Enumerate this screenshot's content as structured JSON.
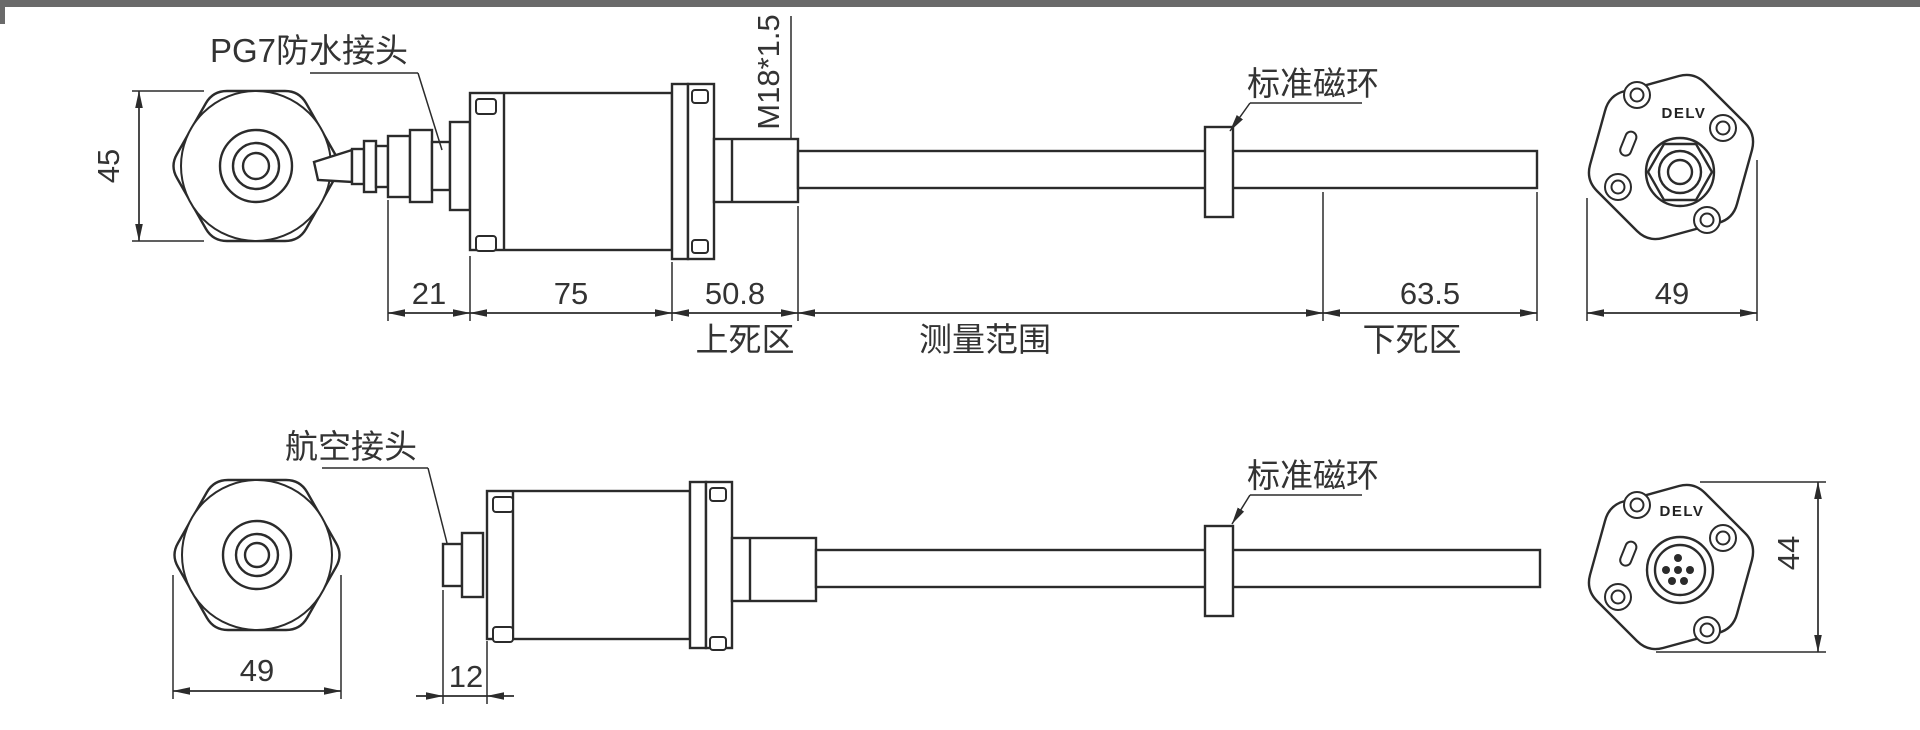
{
  "page": {
    "background": "#ffffff",
    "border_color": "#6a6a6a"
  },
  "drawing": {
    "logo": "DELV",
    "line_color": "#2b2b2b",
    "top_view": {
      "connector_label": "PG7防水接头",
      "thread_label": "M18*1.5",
      "magnet_label": "标准磁环",
      "dim_height": "45",
      "dim_connector": "21",
      "dim_body": "75",
      "dim_upper_dead": "50.8",
      "dim_lower_dead": "63.5",
      "dim_flange": "49",
      "zone_upper": "上死区",
      "zone_range": "测量范围",
      "zone_lower": "下死区"
    },
    "bottom_view": {
      "connector_label": "航空接头",
      "magnet_label": "标准磁环",
      "dim_flange": "49",
      "dim_connector": "12",
      "dim_height": "44"
    }
  }
}
